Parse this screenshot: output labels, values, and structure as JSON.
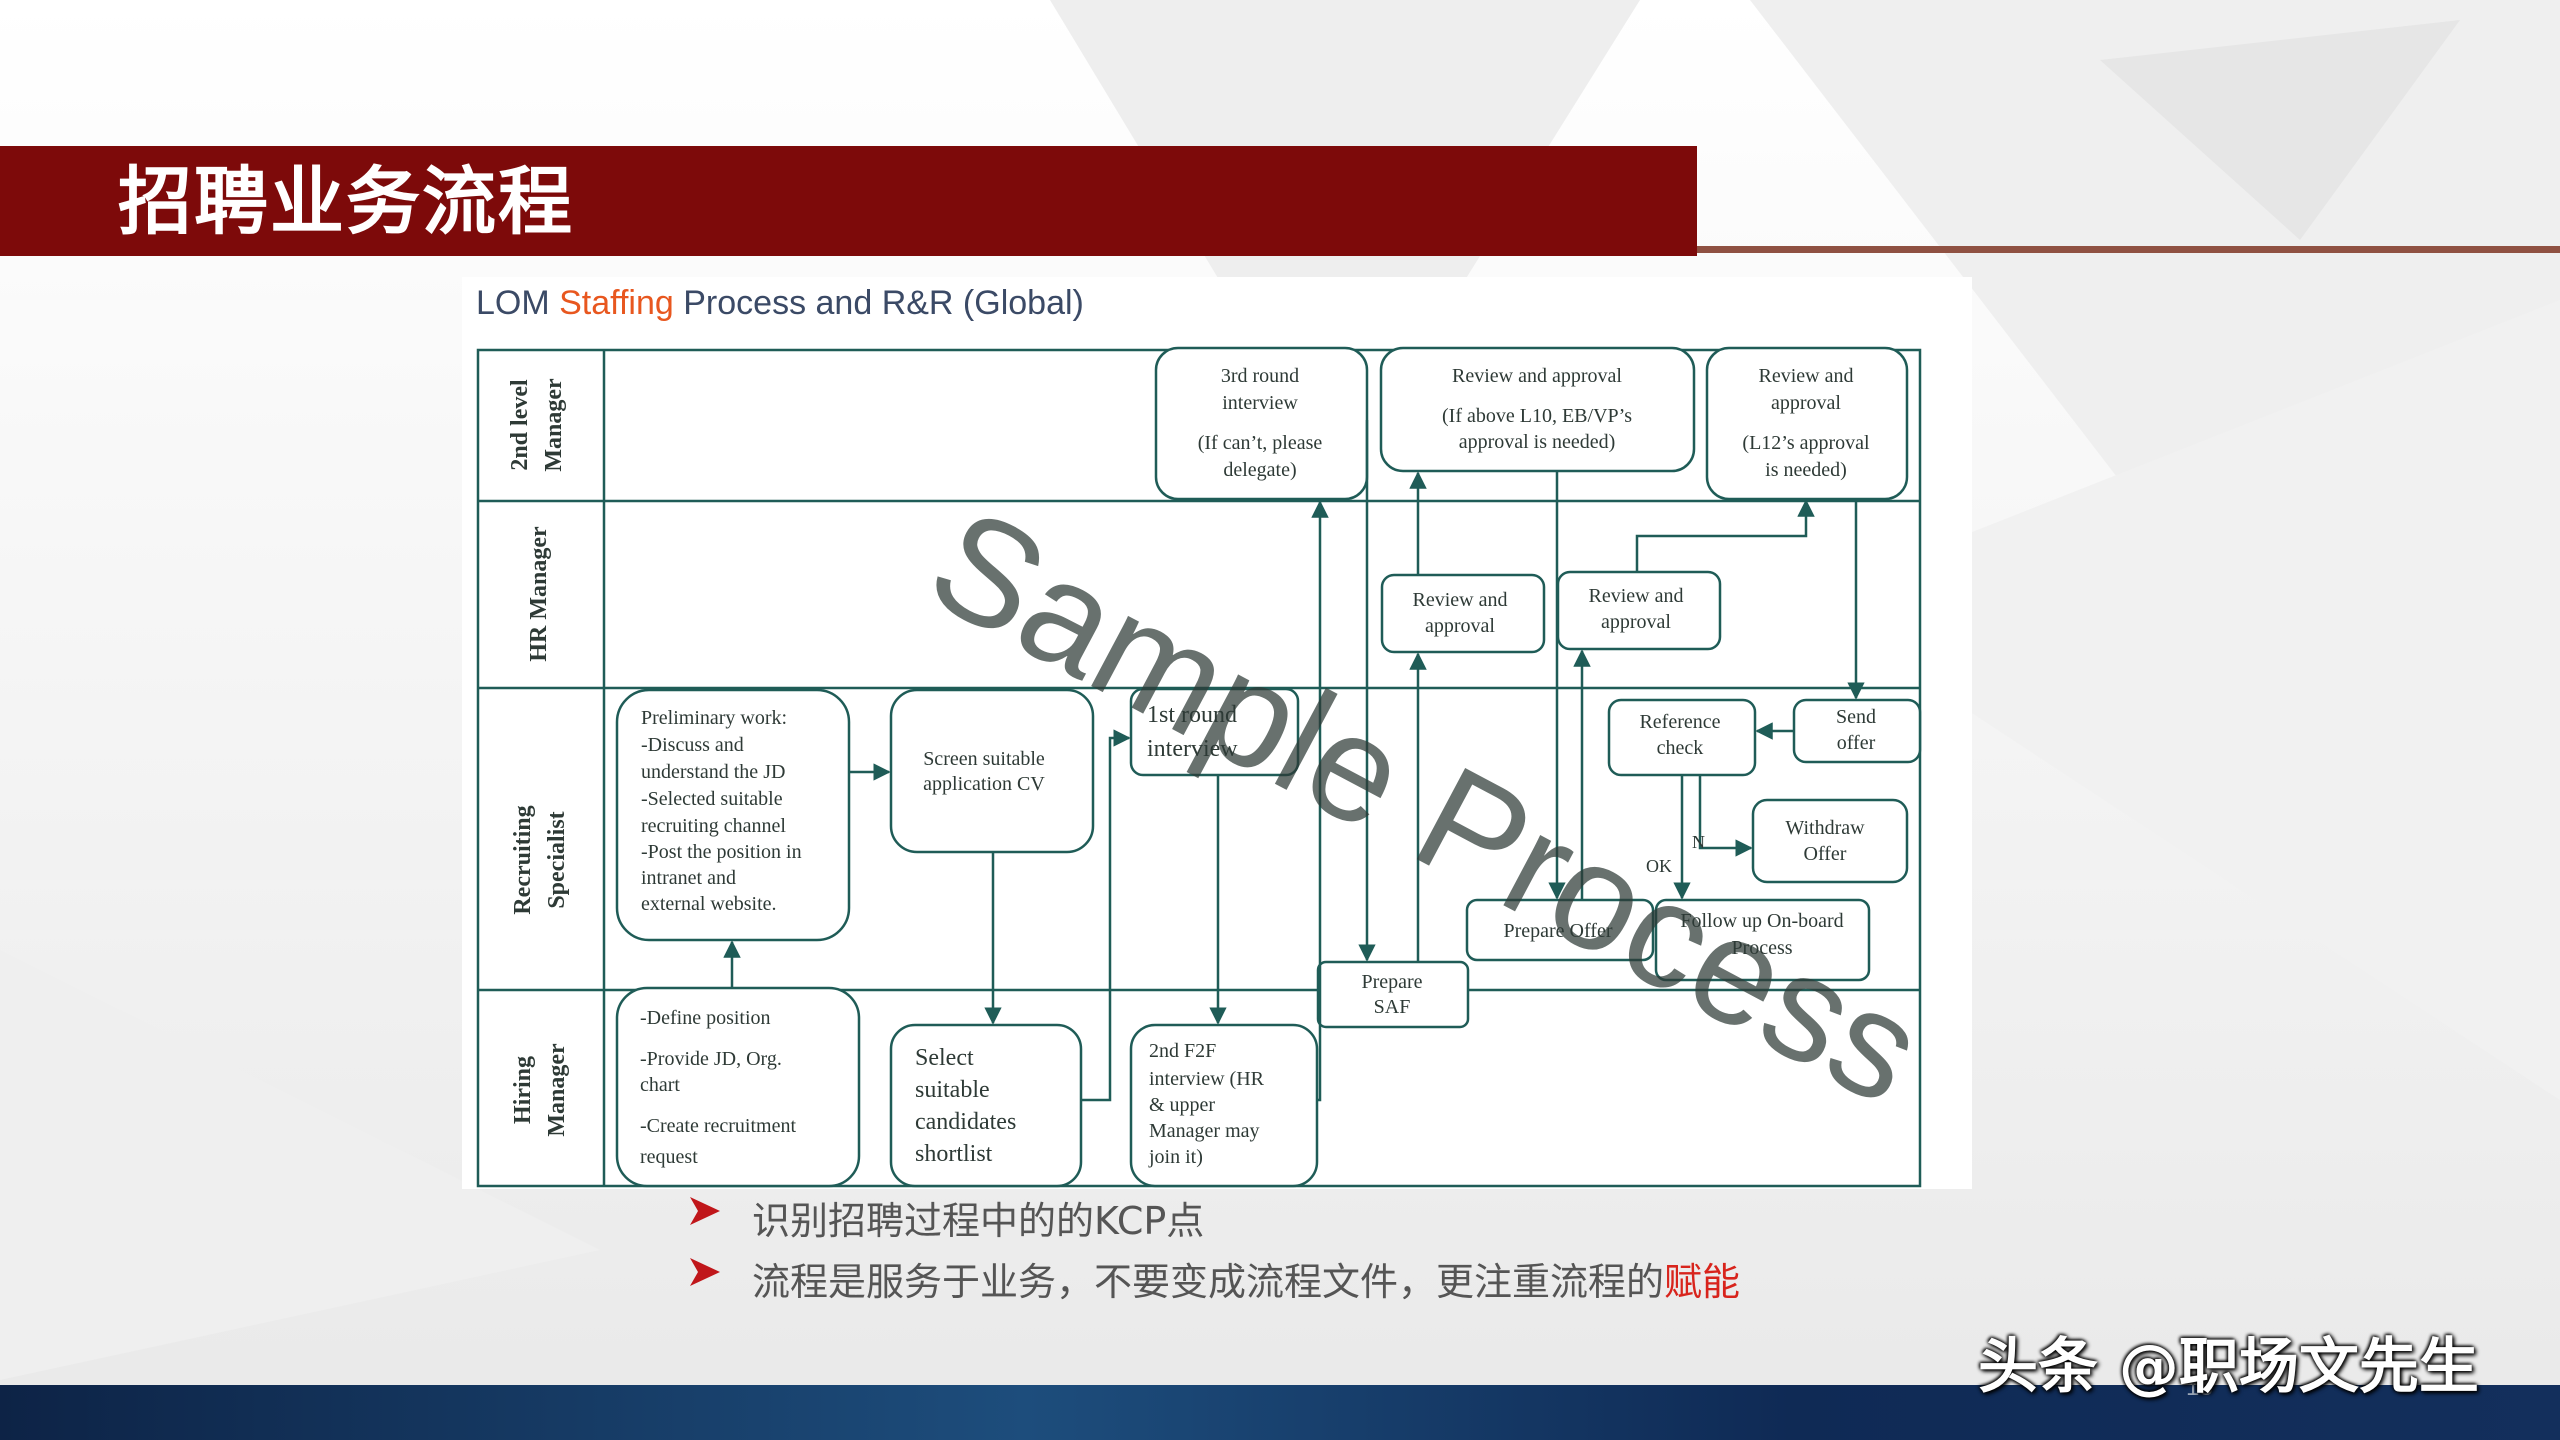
{
  "slide": {
    "title": "招聘业务流程",
    "page_number": "18",
    "credit": "头条 @职场文先生"
  },
  "diagram": {
    "heading_pre": "LOM ",
    "heading_accent": "Staffing",
    "heading_post": " Process and R&R (Global)",
    "watermark": "Sample Process",
    "lanes": {
      "l2_line1": "2nd level",
      "l2_line2": "Manager",
      "hr": "HR Manager",
      "rs_line1": "Recruiting",
      "rs_line2": "Specialist",
      "hm_line1": "Hiring",
      "hm_line2": "Manager"
    },
    "boxes": {
      "third_round": [
        "3rd round",
        "interview",
        "(If can’t, please",
        "delegate)"
      ],
      "review_l10": [
        "Review and approval",
        "(If above L10, EB/VP’s",
        "approval is needed)"
      ],
      "review_l12": [
        "Review and",
        "approval",
        "(L12’s approval",
        "is needed)"
      ],
      "hr_review_1": [
        "Review and",
        "approval"
      ],
      "hr_review_2": [
        "Review and",
        "approval"
      ],
      "preliminary": [
        "Preliminary work:",
        "-Discuss and",
        "understand the JD",
        "-Selected suitable",
        "recruiting channel",
        "-Post the position in",
        "intranet and",
        "external website."
      ],
      "screen_cv": [
        "Screen suitable",
        "application CV"
      ],
      "first_round": [
        "1st round",
        "interview"
      ],
      "reference_check": [
        "Reference",
        "check"
      ],
      "send_offer": [
        "Send",
        "offer"
      ],
      "withdraw_offer": [
        "Withdraw",
        "Offer"
      ],
      "prepare_offer": [
        "Prepare Offer"
      ],
      "follow_up": [
        "Follow up On-board",
        "Process"
      ],
      "prepare_saf": [
        "Prepare",
        "SAF"
      ],
      "define_position": [
        "-Define position",
        "-Provide JD, Org.",
        "chart",
        "-Create recruitment",
        "request"
      ],
      "select_candidates": [
        "Select",
        "suitable",
        "candidates",
        "shortlist"
      ],
      "second_f2f": [
        "2nd F2F",
        "interview (HR",
        "& upper",
        "Manager may",
        "join it)"
      ]
    },
    "ok_label": "OK",
    "nok_label": "N"
  },
  "bullets": [
    {
      "text": "识别招聘过程中的的KCP点",
      "highlight": ""
    },
    {
      "text": "流程是服务于业务，不要变成流程文件，更注重流程的",
      "highlight": "赋能"
    }
  ],
  "colors": {
    "title_bar": "#7d0a0a",
    "diagram_line": "#1f5c57",
    "heading_accent": "#e8571f",
    "bullet_arrow": "#c0161a",
    "bullet_highlight": "#d8241c"
  }
}
